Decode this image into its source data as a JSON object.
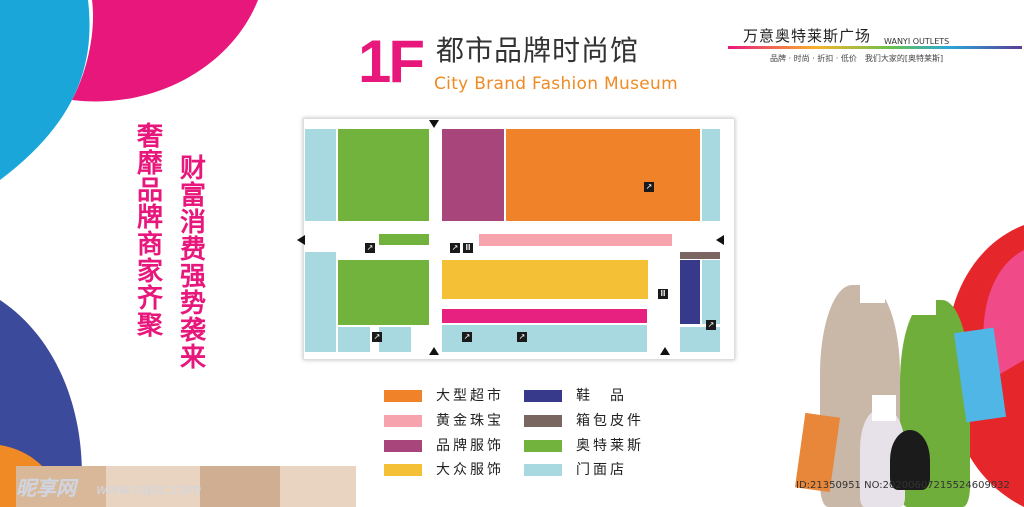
{
  "title": {
    "floor": "1F",
    "cn": "都市品牌时尚馆",
    "en": "City Brand Fashion Museum"
  },
  "brand": {
    "cn": "万意奥特莱斯广场",
    "en": "WANYI OUTLETS",
    "slogan": "品牌 · 时尚 · 折扣 · 低价　我们大家的[奥特莱斯]"
  },
  "slogans": [
    "奢靡品牌商家齐聚",
    "财富消费强势袭来"
  ],
  "legend": [
    {
      "label": "大型超市",
      "color": "#f0832a"
    },
    {
      "label": "黄金珠宝",
      "color": "#f6a3ae"
    },
    {
      "label": "品牌服饰",
      "color": "#a8467c"
    },
    {
      "label": "大众服饰",
      "color": "#f4c136"
    },
    {
      "label": "鞋　品",
      "color": "#373a8a"
    },
    {
      "label": "箱包皮件",
      "color": "#7a6660"
    },
    {
      "label": "奥特莱斯",
      "color": "#72b33e"
    },
    {
      "label": "门面店",
      "color": "#a9d9e0"
    }
  ],
  "map_icons": {
    "escalator": "escalator-icon",
    "elevator": "elevator-icon",
    "restroom": "restroom-icon",
    "entrance": "entrance-arrow-icon"
  },
  "watermark": {
    "site": "昵享网",
    "url": "www.nipic.com",
    "id": "ID:21350951 NO:20200607215524609032"
  },
  "colors": {
    "accent": "#e8177c",
    "orange": "#f0832a"
  }
}
